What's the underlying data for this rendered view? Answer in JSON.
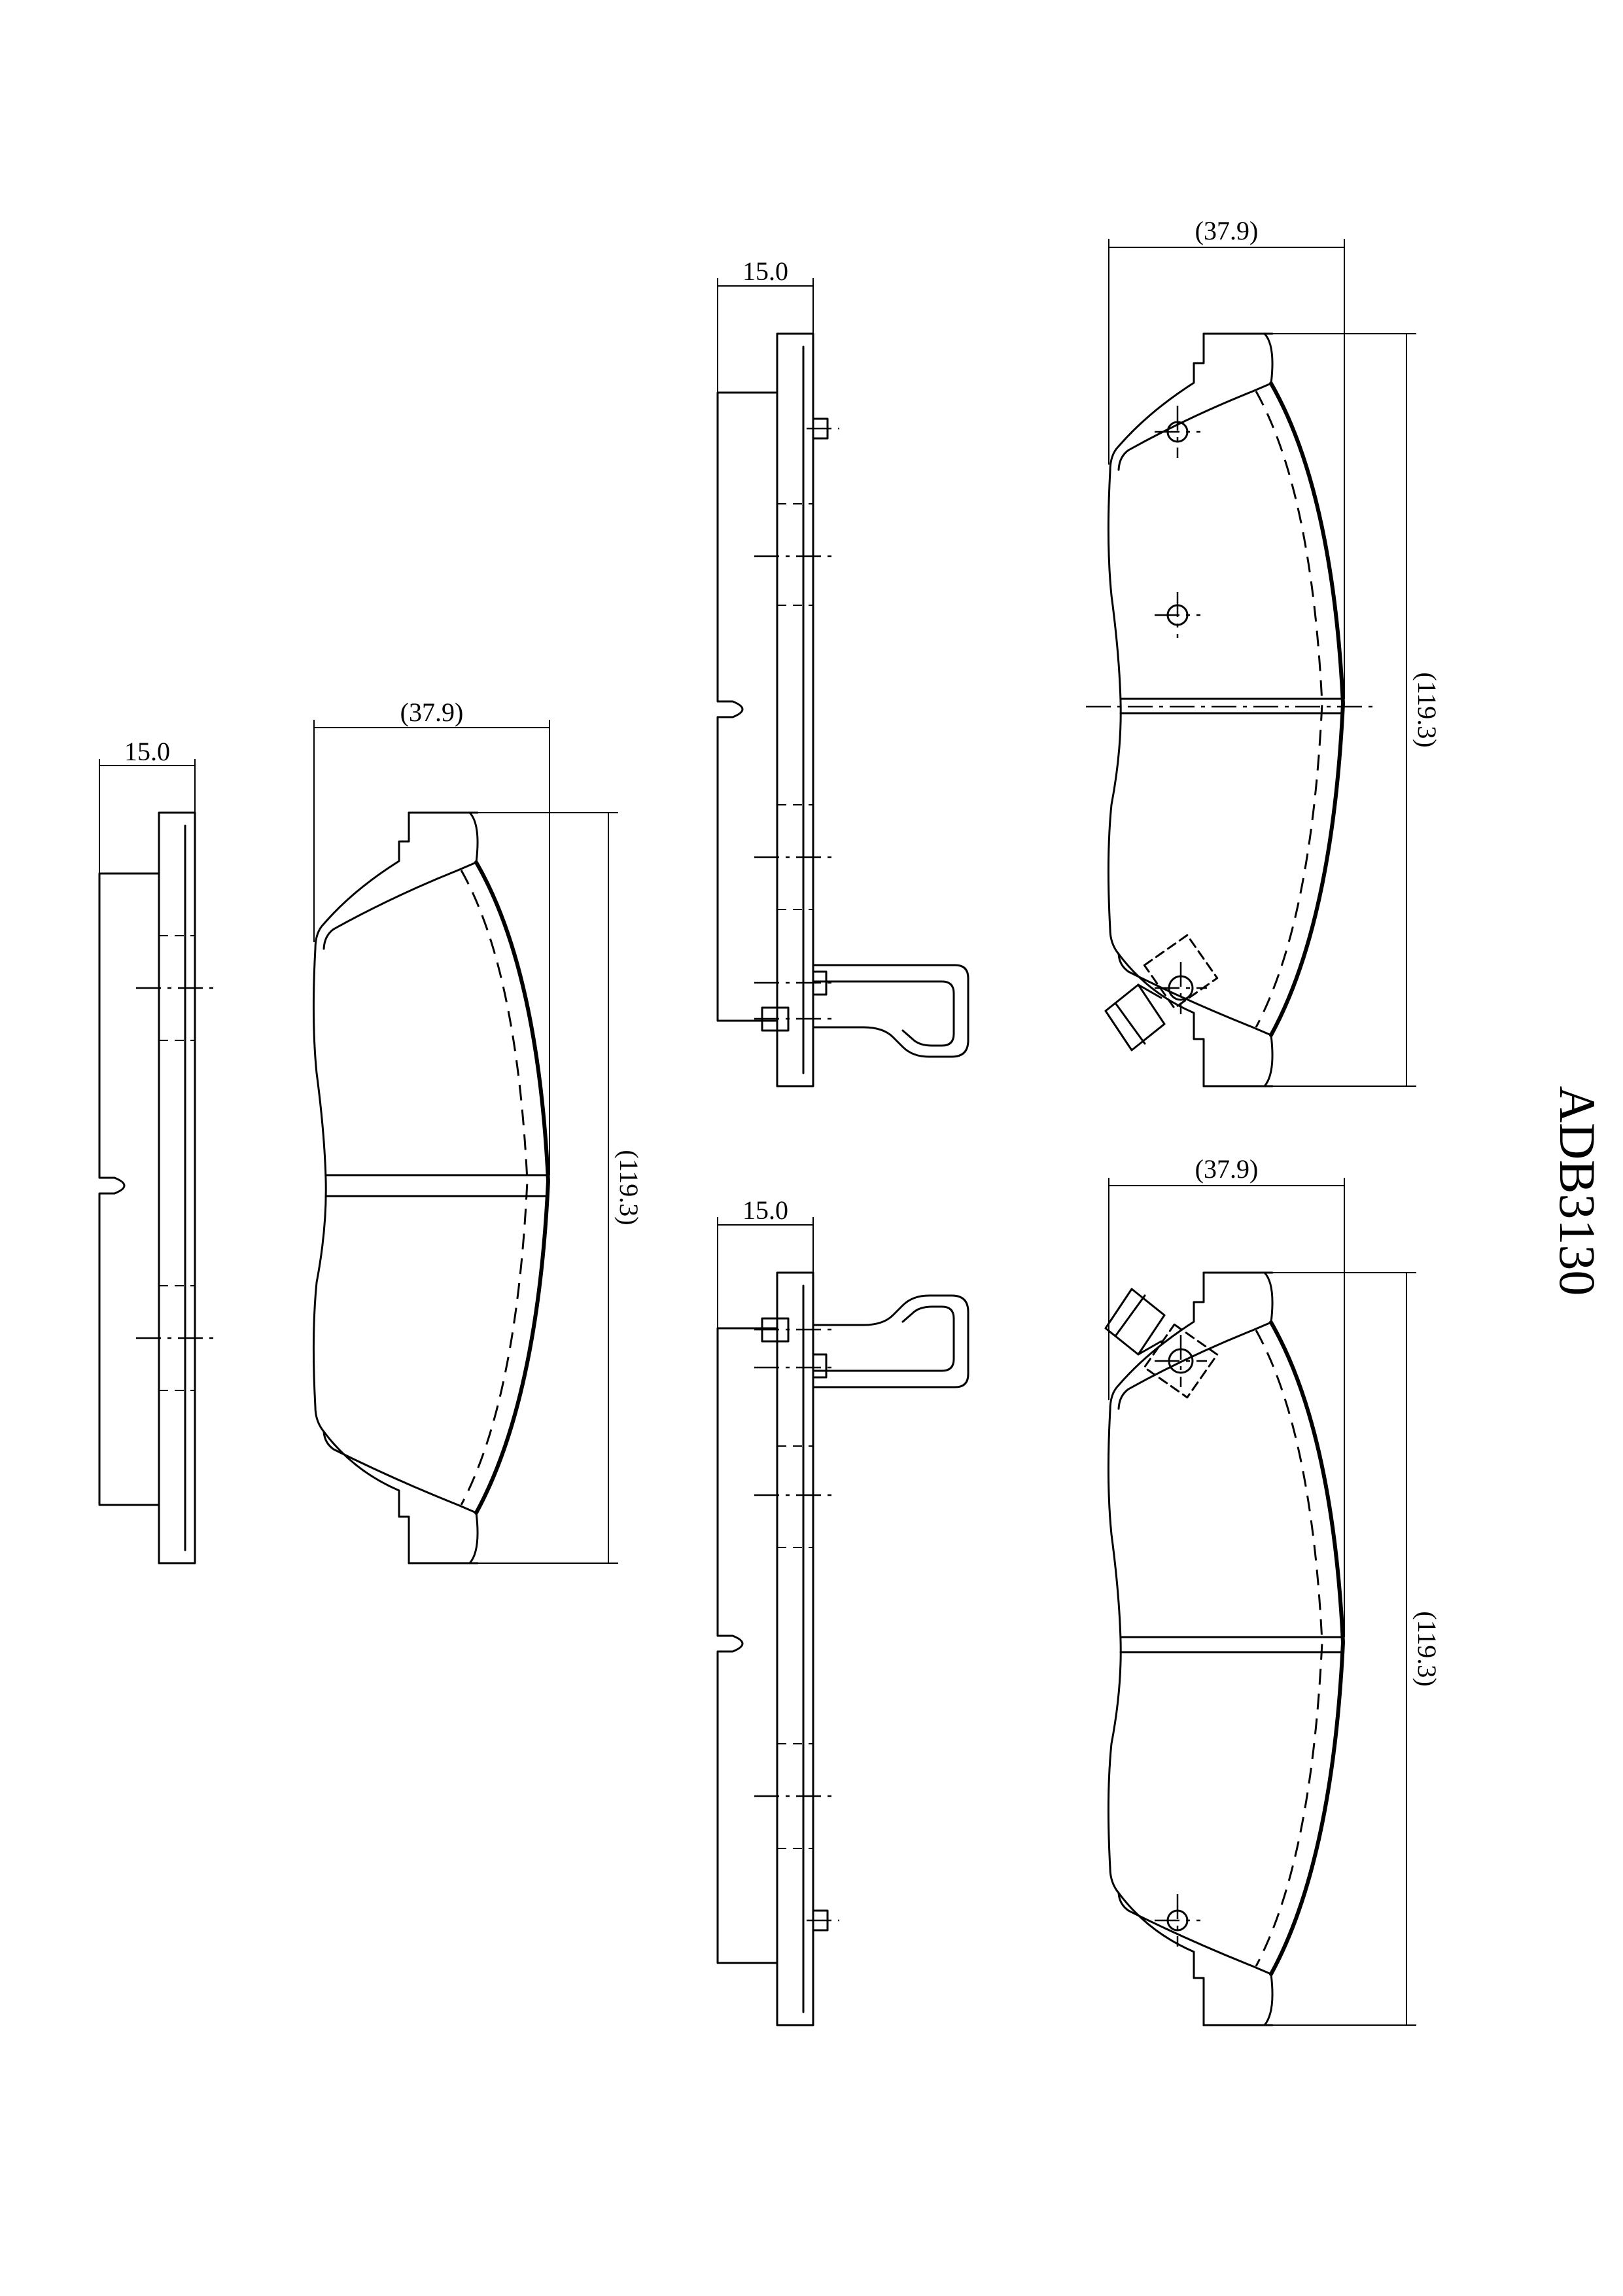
{
  "part_code": "ADB3130",
  "dimensions": {
    "thickness": "15.0",
    "width": "(37.9)",
    "length": "(119.3)"
  },
  "views": [
    {
      "name": "left-pad-set",
      "thickness_label": "15.0",
      "width_label": "(37.9)",
      "length_label": "(119.3)"
    },
    {
      "name": "top-right-pad-set",
      "thickness_label": "15.0",
      "width_label": "(37.9)",
      "length_label": "(119.3)",
      "has_wear_sensor": true
    },
    {
      "name": "bottom-right-pad-set",
      "thickness_label": "15.0",
      "width_label": "(37.9)",
      "length_label": "(119.3)",
      "has_wear_sensor": true
    }
  ],
  "colors": {
    "line": "#000000",
    "background": "#ffffff"
  }
}
